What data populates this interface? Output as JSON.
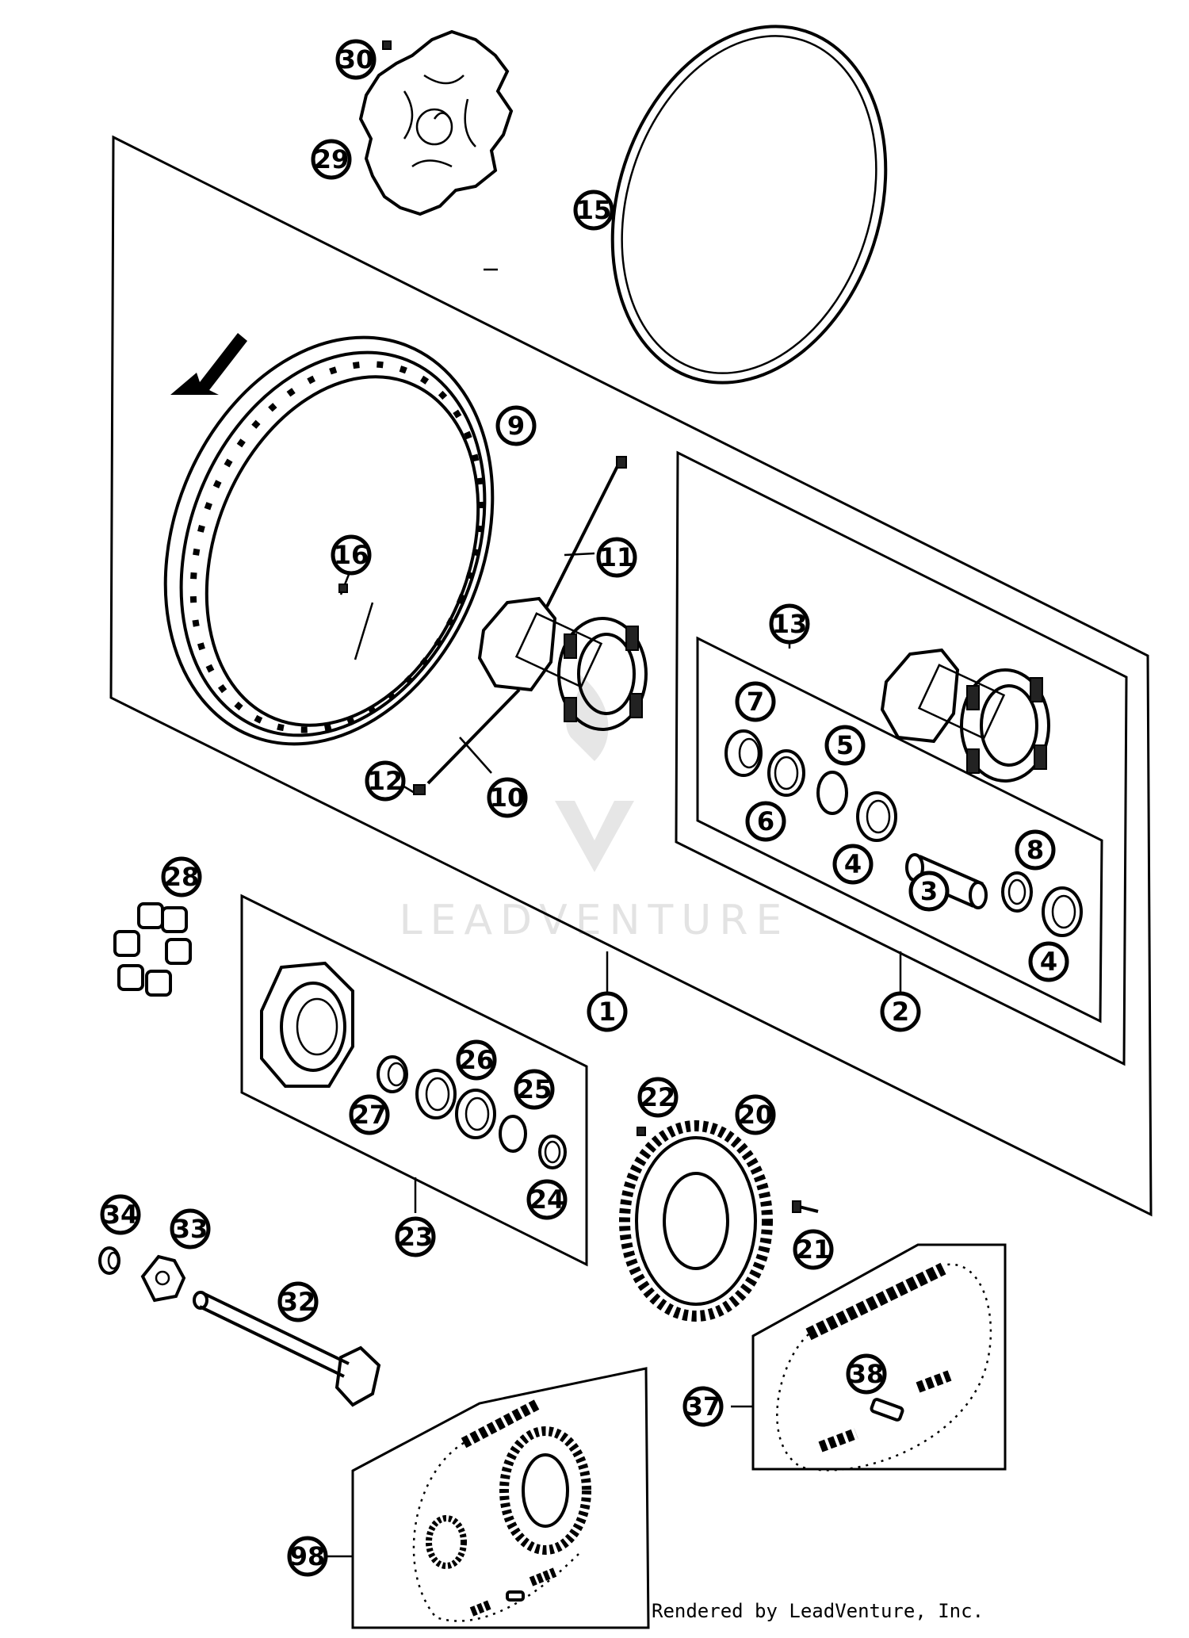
{
  "watermark": "LEADVENTURE",
  "credit": "Rendered by LeadVenture, Inc.",
  "callouts": {
    "c1": "1",
    "c2": "2",
    "c3": "3",
    "c4a": "4",
    "c4b": "4",
    "c5": "5",
    "c6": "6",
    "c7": "7",
    "c8": "8",
    "c9": "9",
    "c10": "10",
    "c11": "11",
    "c12": "12",
    "c13": "13",
    "c15": "15",
    "c16": "16",
    "c20": "20",
    "c21": "21",
    "c22": "22",
    "c23": "23",
    "c24": "24",
    "c25": "25",
    "c26": "26",
    "c27": "27",
    "c28": "28",
    "c29": "29",
    "c30": "30",
    "c32": "32",
    "c33": "33",
    "c34": "34",
    "c37": "37",
    "c38": "38",
    "c98": "98"
  }
}
